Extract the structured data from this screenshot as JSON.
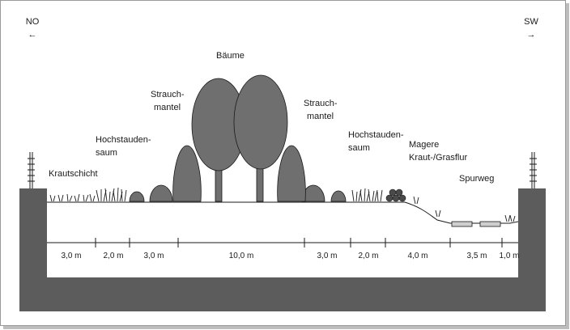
{
  "directions": {
    "left": "NO",
    "right": "SW",
    "left_arrow": "←",
    "right_arrow": "→"
  },
  "zones": {
    "krautschicht": "Krautschicht",
    "hochstauden_left": [
      "Hochstauden-",
      "saum"
    ],
    "strauchmantel_left": [
      "Strauch-",
      "mantel"
    ],
    "baeume": "Bäume",
    "strauchmantel_right": [
      "Strauch-",
      "mantel"
    ],
    "hochstauden_right": [
      "Hochstauden-",
      "saum"
    ],
    "magere": [
      "Magere",
      "Kraut-/Grasflur"
    ],
    "spurweg": "Spurweg"
  },
  "segments": [
    "3,0 m",
    "2,0 m",
    "3,0 m",
    "10,0 m",
    "3,0 m",
    "2,0 m",
    "4,0 m",
    "3,5 m",
    "1,0 m"
  ],
  "colors": {
    "ground": "#5c5c5c",
    "canopy": "#6f6f6f",
    "outline": "#1a1a1a",
    "background": "#ffffff"
  }
}
